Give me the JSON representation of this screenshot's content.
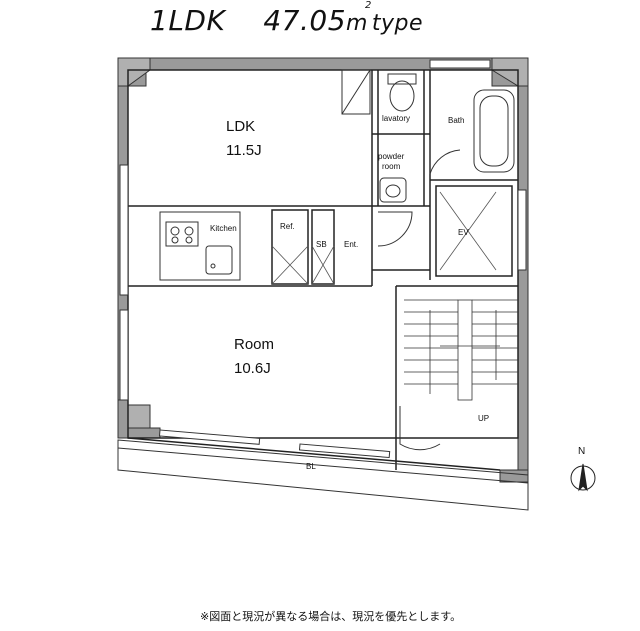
{
  "title": {
    "layout": "1LDK",
    "area": "47.05",
    "unit": "m",
    "sup": "2",
    "suffix": "type"
  },
  "rooms": {
    "ldk_name": "LDK",
    "ldk_size": "11.5J",
    "room_name": "Room",
    "room_size": "10.6J",
    "kitchen": "Kitchen",
    "ref": "Ref.",
    "sb": "SB",
    "ent": "Ent.",
    "lavatory": "lavatory",
    "bath": "Bath",
    "powder_room": "powder\nroom",
    "ev": "EV",
    "up": "UP",
    "bl": "BL"
  },
  "compass": "N",
  "note": "※図面と現況が異なる場合は、現況を優先とします。"
}
